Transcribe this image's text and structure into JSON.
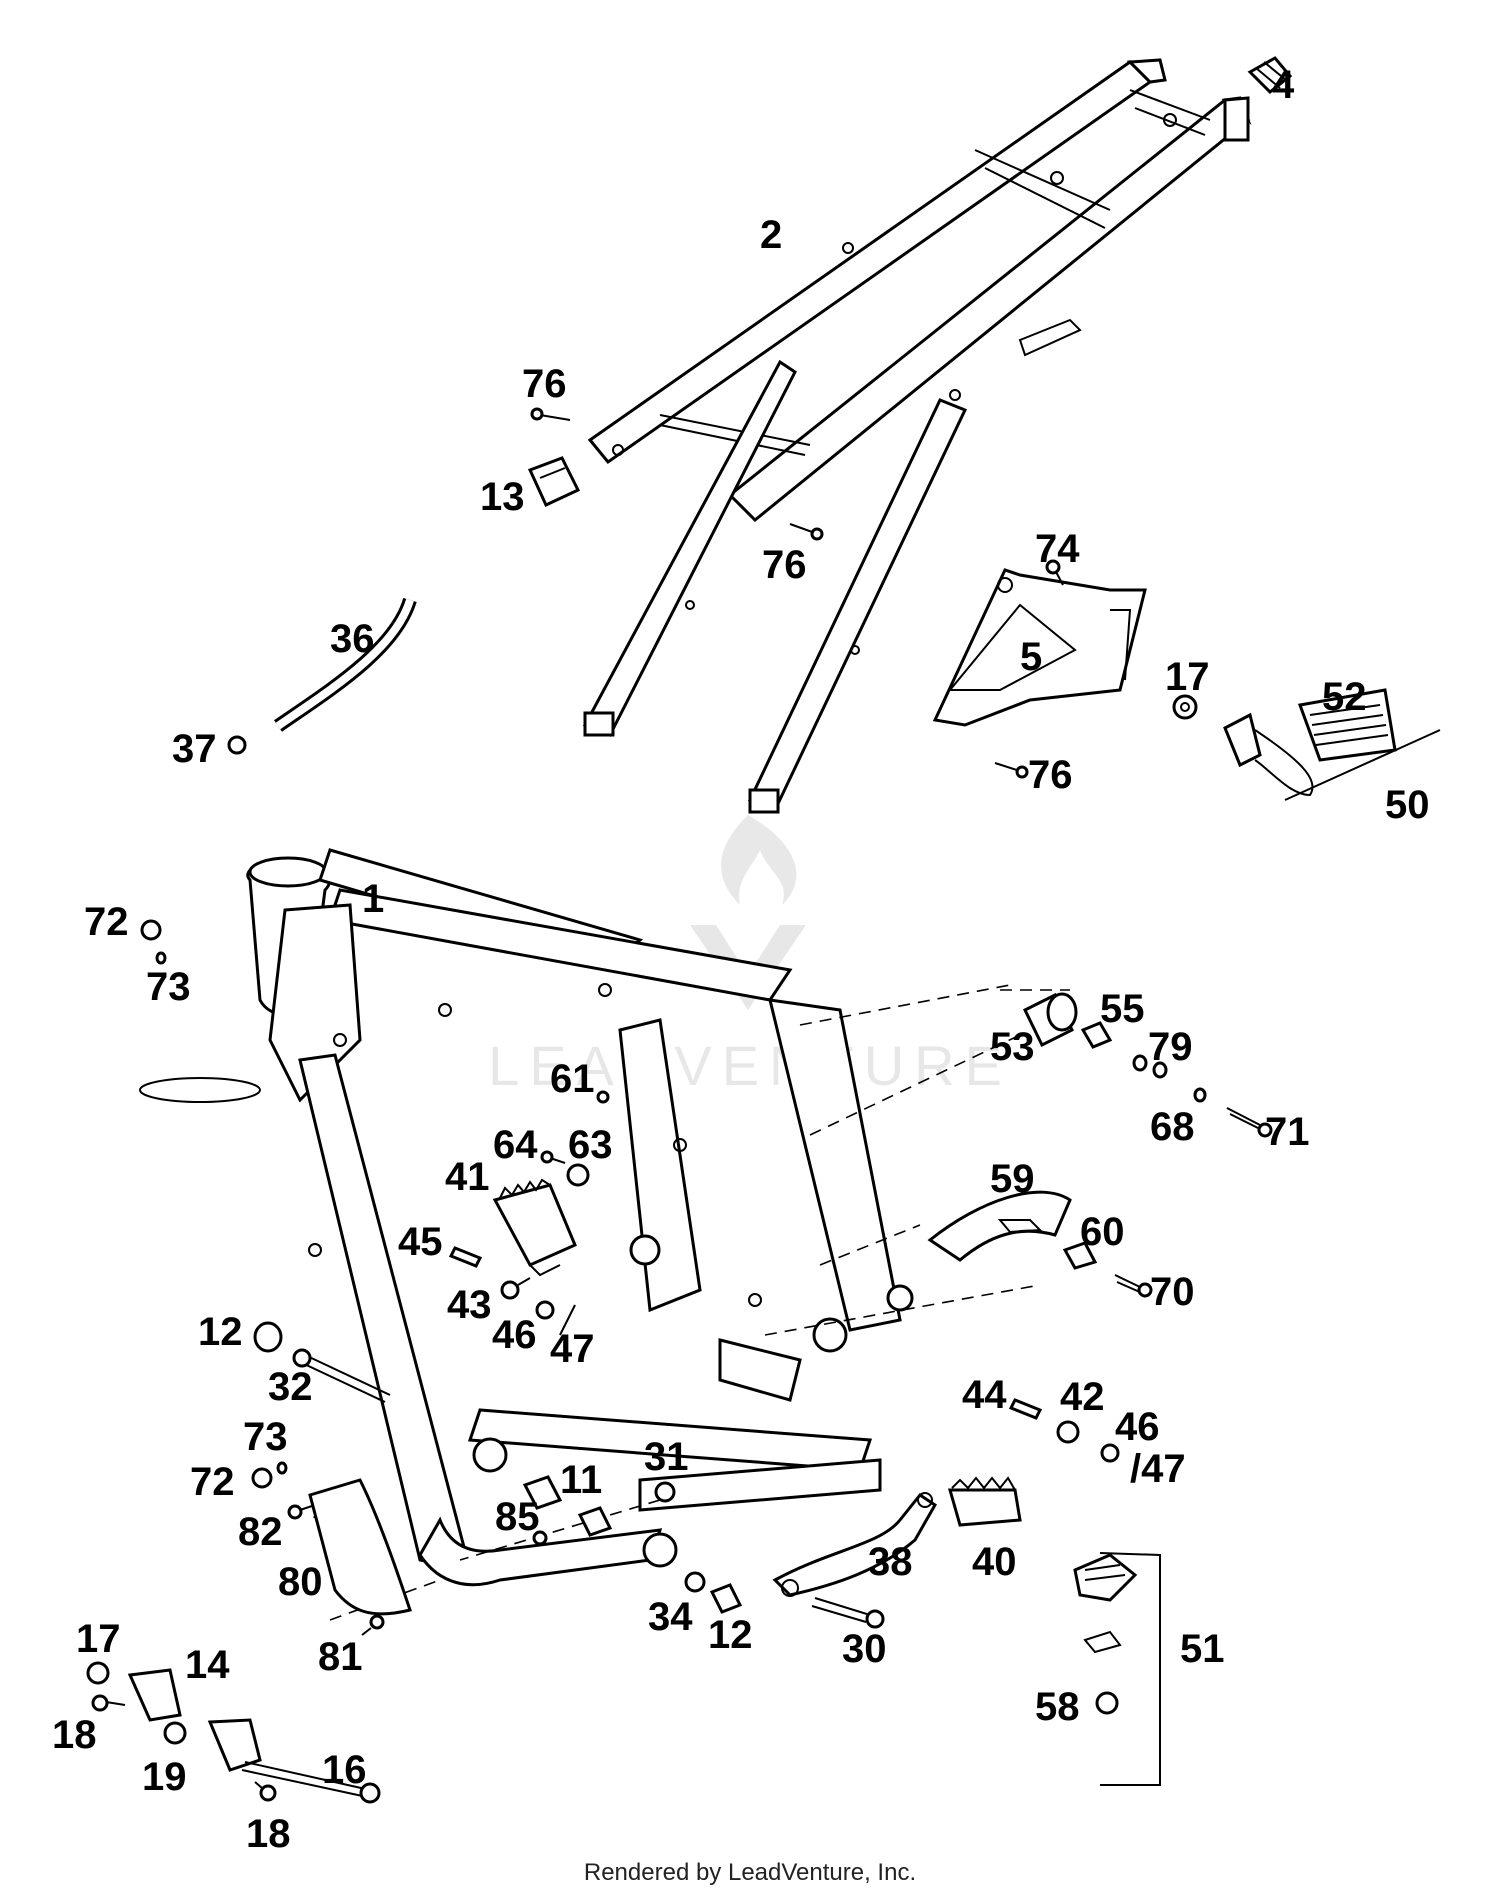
{
  "footer": "Rendered by LeadVenture, Inc.",
  "watermark": "LEADVENTURE",
  "labels": {
    "l1": "1",
    "l2": "2",
    "l4": "4",
    "l5": "5",
    "l11": "11",
    "l12a": "12",
    "l12b": "12",
    "l13": "13",
    "l14": "14",
    "l16": "16",
    "l17a": "17",
    "l17b": "17",
    "l18a": "18",
    "l18b": "18",
    "l19": "19",
    "l30": "30",
    "l31": "31",
    "l32": "32",
    "l34": "34",
    "l36": "36",
    "l37": "37",
    "l38": "38",
    "l40": "40",
    "l41": "41",
    "l42": "42",
    "l43": "43",
    "l44": "44",
    "l45": "45",
    "l46a": "46",
    "l46b": "46",
    "l47a": "47",
    "l47b": "/47",
    "l50": "50",
    "l51": "51",
    "l52": "52",
    "l53": "53",
    "l55": "55",
    "l58": "58",
    "l59": "59",
    "l60": "60",
    "l61": "61",
    "l63": "63",
    "l64": "64",
    "l68": "68",
    "l70": "70",
    "l71": "71",
    "l72a": "72",
    "l72b": "72",
    "l73a": "73",
    "l73b": "73",
    "l74": "74",
    "l76a": "76",
    "l76b": "76",
    "l76c": "76",
    "l79": "79",
    "l80": "80",
    "l81": "81",
    "l82": "82",
    "l85": "85"
  }
}
